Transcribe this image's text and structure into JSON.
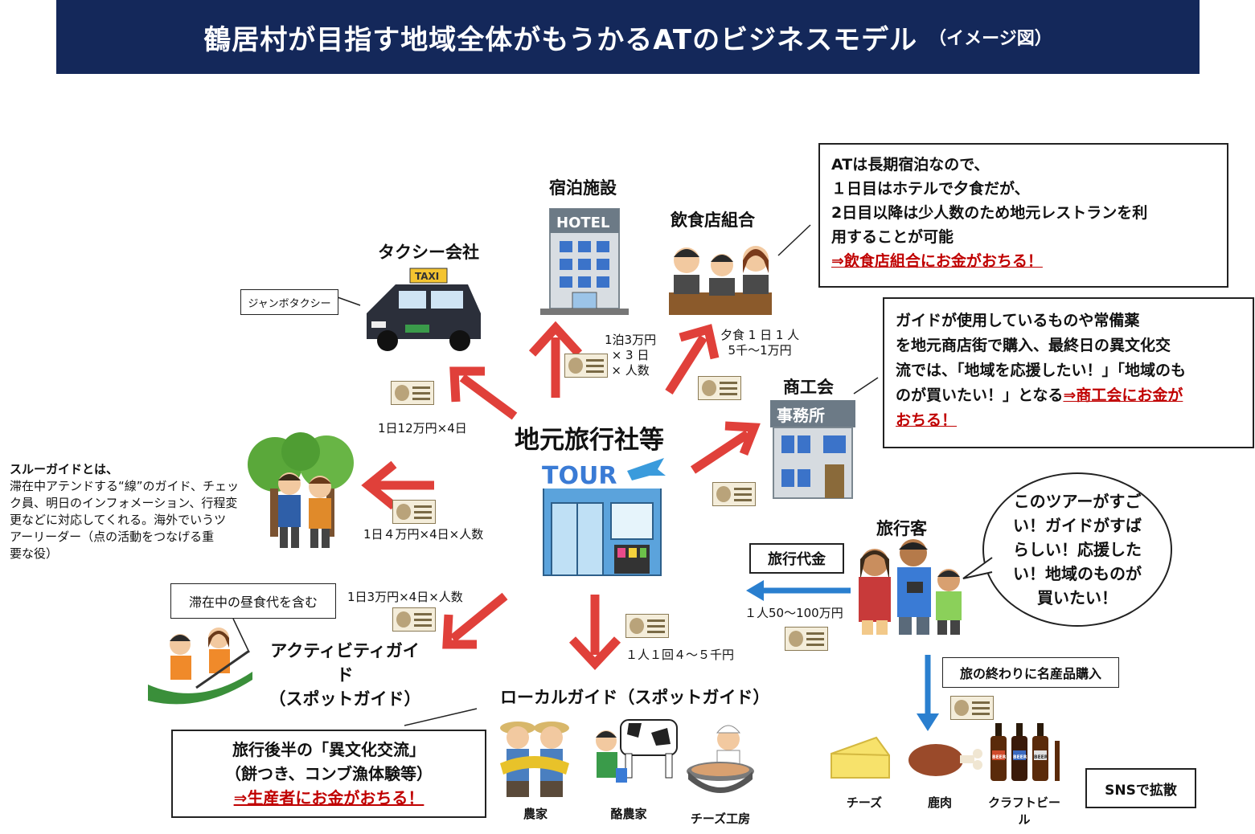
{
  "header": {
    "title": "鶴居村が目指す地域全体がもうかるATのビジネスモデル",
    "subtitle": "（イメージ図）"
  },
  "center": {
    "label": "地元旅行社等",
    "sign": "TOUR"
  },
  "nodes": {
    "hotel": {
      "label": "宿泊施設",
      "sign": "HOTEL"
    },
    "restaurant": {
      "label": "飲食店組合"
    },
    "taxi": {
      "label": "タクシー会社",
      "sign": "TAXI",
      "note": "ジャンボタクシー"
    },
    "commerce": {
      "label": "商工会",
      "sign": "事務所"
    },
    "activity": {
      "label_line1": "アクティビティガイド",
      "label_line2": "（スポットガイド）",
      "note": "滞在中の昼食代を含む"
    },
    "local_guide": {
      "label": "ローカルガイド（スポットガイド）"
    },
    "travelers": {
      "label": "旅行客"
    }
  },
  "flows": {
    "hotel": {
      "line1": "1泊3万円",
      "line2": "× 3 日",
      "line3": "× 人数"
    },
    "restaurant": {
      "line1": "夕食 1 日 1 人",
      "line2": "5千～1万円"
    },
    "taxi": "1日12万円×4日",
    "through_guide": "1日４万円×4日×人数",
    "activity": "1日3万円×4日×人数",
    "local_guide": "１人１回４～５千円",
    "travel_fee": "１人50～100万円"
  },
  "notes": {
    "restaurant": {
      "line1": "ATは長期宿泊なので、",
      "line2": "１日目はホテルで夕食だが、",
      "line3": "2日目以降は少人数のため地元レストランを利",
      "line4": "用することが可能",
      "highlight": "⇒飲食店組合にお金がおちる！"
    },
    "commerce": {
      "line1": "ガイドが使用しているものや常備薬",
      "line2": "を地元商店街で購入、最終日の異文化交",
      "line3": "流では、「地域を応援したい！」「地域のも",
      "line4_text": "のが買いたい！」となる",
      "line4_highlight": "⇒商工会にお金が",
      "line5_highlight": "おちる！"
    },
    "through_guide": {
      "title": "スルーガイドとは、",
      "line1": "滞在中アテンドする“線”のガイド、チェッ",
      "line2": "ク員、明日のインフォメーション、行程変",
      "line3": "更などに対応してくれる。海外でいうツ",
      "line4": "アーリーダー（点の活動をつなげる重",
      "line5": "要な役）"
    },
    "culture": {
      "line1": "旅行後半の「異文化交流」",
      "line2": "（餅つき、コンブ漁体験等）",
      "highlight": "⇒生産者にお金がおちる！"
    }
  },
  "bubble": {
    "line1": "このツアーがすご",
    "line2": "い！ガイドがすば",
    "line3": "らしい！応援した",
    "line4": "い！地域のものが",
    "line5": "買いたい！"
  },
  "labels": {
    "travel_fee": "旅行代金",
    "souvenir": "旅の終わりに名産品購入",
    "sns": "SNSで拡散"
  },
  "producers": {
    "farmer": "農家",
    "dairy": "酪農家",
    "cheese_workshop": "チーズ工房"
  },
  "products": {
    "cheese": "チーズ",
    "venison": "鹿肉",
    "craft_beer": "クラフトビール",
    "beer_label": "BEER"
  },
  "colors": {
    "banner": "#14285a",
    "arrow_red": "#e0403a",
    "arrow_blue": "#2a7fcf",
    "highlight_red": "#c00000"
  }
}
